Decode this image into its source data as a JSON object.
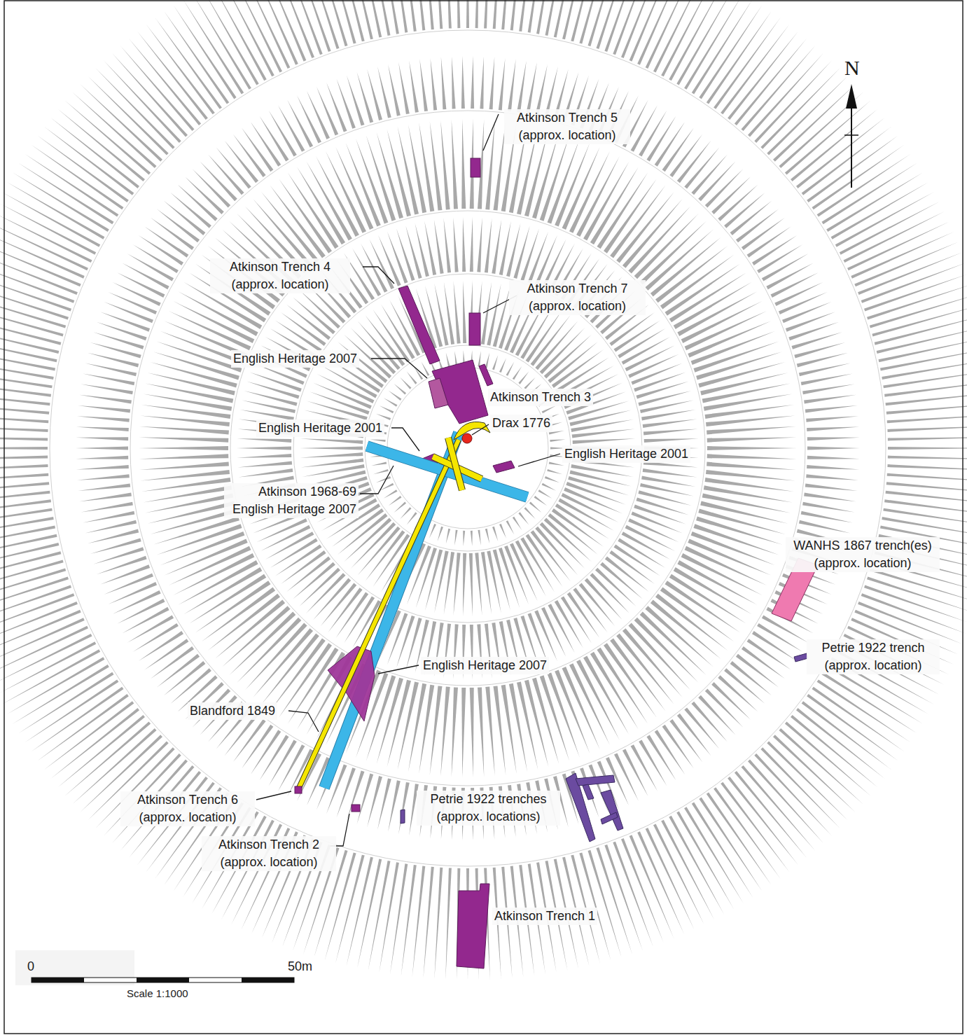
{
  "diagram": {
    "labels": [
      "N",
      "Atkinson Trench 5 (approx. location)",
      "Atkinson Trench 4 (approx. location)",
      "Atkinson Trench 7 (approx. location)",
      "English Heritage 2007",
      "Atkinson Trench 3",
      "English Heritage 2001",
      "Drax 1776",
      "English Heritage 2001",
      "Atkinson 1968-69 English Heritage 2007",
      "WANHS 1867 trench(es) (approx. location)",
      "Petrie 1922 trench (approx. location)",
      "English Heritage 2007",
      "Blandford 1849",
      "Atkinson Trench 6 (approx. location)",
      "Atkinson Trench 2 (approx. location)",
      "Petrie 1922 trenches (approx. locations)",
      "Atkinson Trench 1",
      "0",
      "50m",
      "Scale 1:1000"
    ]
  }
}
